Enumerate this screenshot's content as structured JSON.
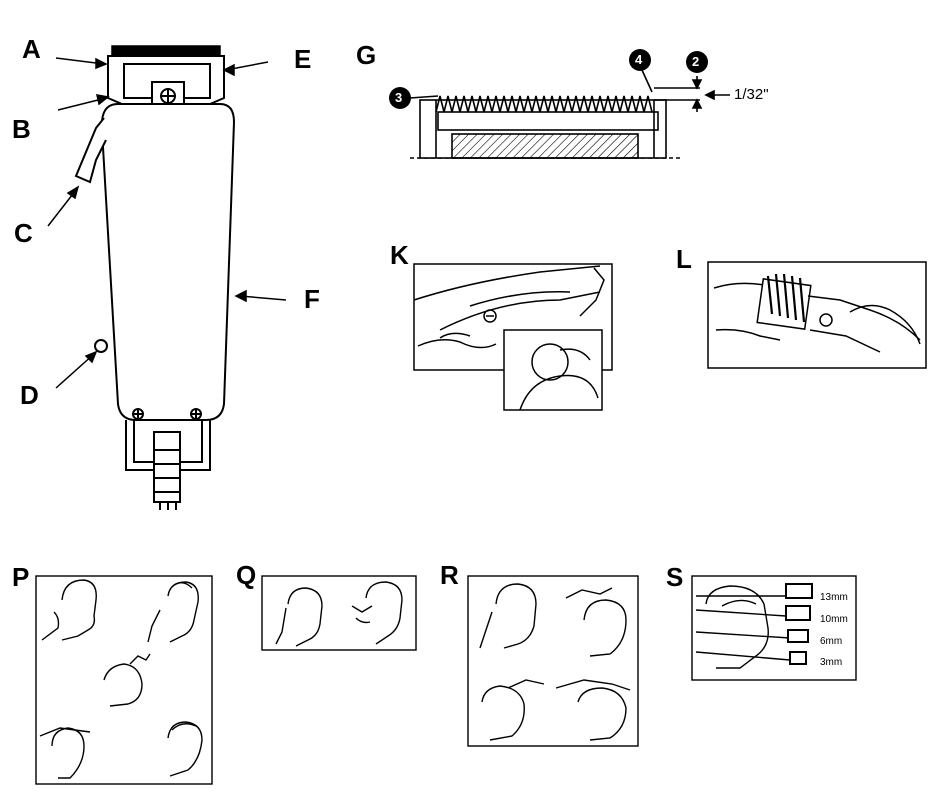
{
  "clipper_labels": {
    "a": "A",
    "b": "B",
    "c": "C",
    "d": "D",
    "e": "E",
    "f": "F"
  },
  "blade_diagram": {
    "label": "G",
    "callout_3": "3",
    "callout_4": "4",
    "callout_2": "2",
    "measurement": "1/32\""
  },
  "panel_k": {
    "label": "K"
  },
  "panel_l": {
    "label": "L"
  },
  "panel_p": {
    "label": "P"
  },
  "panel_q": {
    "label": "Q"
  },
  "panel_r": {
    "label": "R"
  },
  "panel_s": {
    "label": "S",
    "guide_sizes": [
      "13mm",
      "10mm",
      "6mm",
      "3mm"
    ]
  },
  "colors": {
    "ink": "#000000",
    "paper": "#ffffff"
  }
}
